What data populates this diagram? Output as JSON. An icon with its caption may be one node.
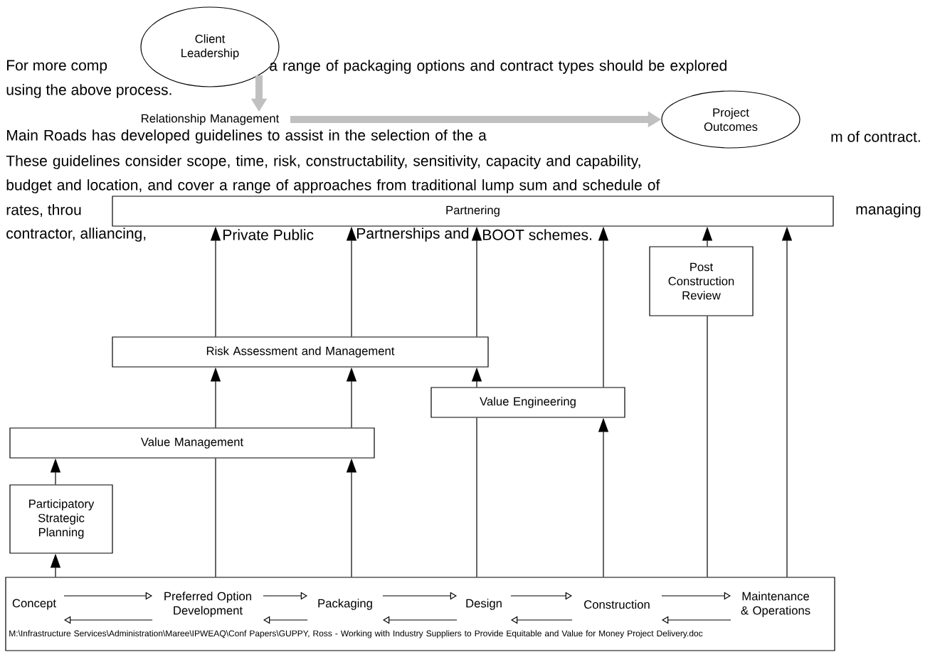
{
  "diagram": {
    "nodes": [
      {
        "text": [
          "Client Leadership"
        ]
      },
      {
        "text": [
          "Relationship Management"
        ]
      },
      {
        "text": [
          "Project Outcomes"
        ]
      },
      {
        "text": [
          "Partnering"
        ]
      },
      {
        "text": [
          "Post Construction Review"
        ]
      },
      {
        "text": [
          "Risk Assessment and Management"
        ]
      },
      {
        "text": [
          "Value Engineering"
        ]
      },
      {
        "text": [
          "Value Management"
        ]
      },
      {
        "text": [
          "Participatory Strategic Planning"
        ]
      },
      {
        "text": [],
        "shape": "box"
      },
      {
        "text": [
          "Concept"
        ],
        "in": 9
      },
      {
        "text": [
          "Preferred Option Development"
        ],
        "in": 9
      },
      {
        "text": [
          "Packaging"
        ],
        "in": 9
      },
      {
        "text": [
          "Design"
        ],
        "in": 9
      },
      {
        "text": [
          "Construction"
        ],
        "in": 9
      },
      {
        "text": [
          "Maintenance & Operations"
        ],
        "in": 9
      }
    ],
    "edges": [
      {
        "from": 0,
        "to": 1,
        "arrow": "to",
        "style": "thick",
        "color": "#c0c0c0"
      },
      {
        "from": 1,
        "to": 2,
        "arrow": "to",
        "style": "thick",
        "color": "#c0c0c0"
      },
      {
        "from": 9,
        "to": 8,
        "arrow": "to"
      },
      {
        "from": 8,
        "to": 7,
        "arrow": "to"
      },
      {
        "from": 9,
        "to": 7,
        "arrow": "none"
      },
      {
        "from": 9,
        "to": 7,
        "arrow": "to"
      },
      {
        "from": 7,
        "to": 5,
        "arrow": "to"
      },
      {
        "from": 7,
        "to": 5,
        "arrow": "to"
      },
      {
        "from": 9,
        "to": 6,
        "arrow": "none"
      },
      {
        "from": 6,
        "to": 5,
        "arrow": "to"
      },
      {
        "from": 9,
        "to": 6,
        "arrow": "to"
      },
      {
        "from": 6,
        "to": 3,
        "arrow": "to"
      },
      {
        "from": 5,
        "to": 3,
        "arrow": "to"
      },
      {
        "from": 5,
        "to": 3,
        "arrow": "to"
      },
      {
        "from": 5,
        "to": 3,
        "arrow": "to"
      },
      {
        "from": 9,
        "to": 4,
        "arrow": "none"
      },
      {
        "from": 4,
        "to": 3,
        "arrow": "to"
      },
      {
        "from": 9,
        "to": 3,
        "arrow": "to"
      },
      {
        "from": 10,
        "to": 11,
        "arrow": "to"
      },
      {
        "from": 11,
        "to": 12,
        "arrow": "to"
      },
      {
        "from": 12,
        "to": 13,
        "arrow": "to"
      },
      {
        "from": 13,
        "to": 14,
        "arrow": "to"
      },
      {
        "from": 14,
        "to": 15,
        "arrow": "to"
      },
      {
        "from": 11,
        "to": 10,
        "arrow": "to"
      },
      {
        "from": 12,
        "to": 11,
        "arrow": "to"
      },
      {
        "from": 13,
        "to": 12,
        "arrow": "to"
      },
      {
        "from": 14,
        "to": 13,
        "arrow": "to"
      },
      {
        "from": 15,
        "to": 14,
        "arrow": "to"
      }
    ],
    "labels": [
      "For more comp",
      "a range of packaging options and contract types should be explored",
      "using the above process.",
      "Main Roads has developed guidelines to assist in the selection of the a",
      "m of contract.",
      "These guidelines consider scope, time, risk, constructability, sensitivity, capacity and capability,",
      "budget and location, and cover a range of approaches from traditional lump sum and schedule of",
      "rates, throu",
      "managing",
      "contractor, alliancing,",
      "Private Public",
      "Partnerships and",
      "BOOT schemes.",
      "M:\\Infrastructure Services\\Administration\\Maree\\IPWEAQ\\Conf Papers\\GUPPY, Ross - Working with Industry Suppliers to Provide Equitable and Value for Money Project Delivery.doc"
    ]
  }
}
